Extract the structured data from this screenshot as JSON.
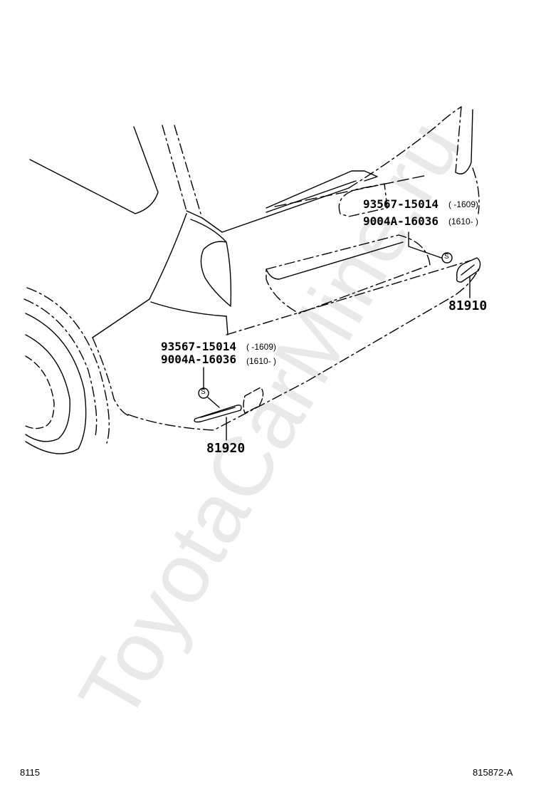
{
  "watermark": "ToyotaCarMine.ru",
  "callouts": {
    "upper": {
      "part_a": "93567-15014",
      "range_a": "(      -1609)",
      "part_b": "9004A-16036",
      "range_b": "(1610-      )",
      "fastener_symbol": "S",
      "ref": "81910"
    },
    "lower": {
      "part_a": "93567-15014",
      "range_a": "(      -1609)",
      "part_b": "9004A-16036",
      "range_b": "(1610-      )",
      "fastener_symbol": "S",
      "ref": "81920"
    }
  },
  "footer": {
    "page_code": "8115",
    "diagram_code": "815872-A"
  }
}
